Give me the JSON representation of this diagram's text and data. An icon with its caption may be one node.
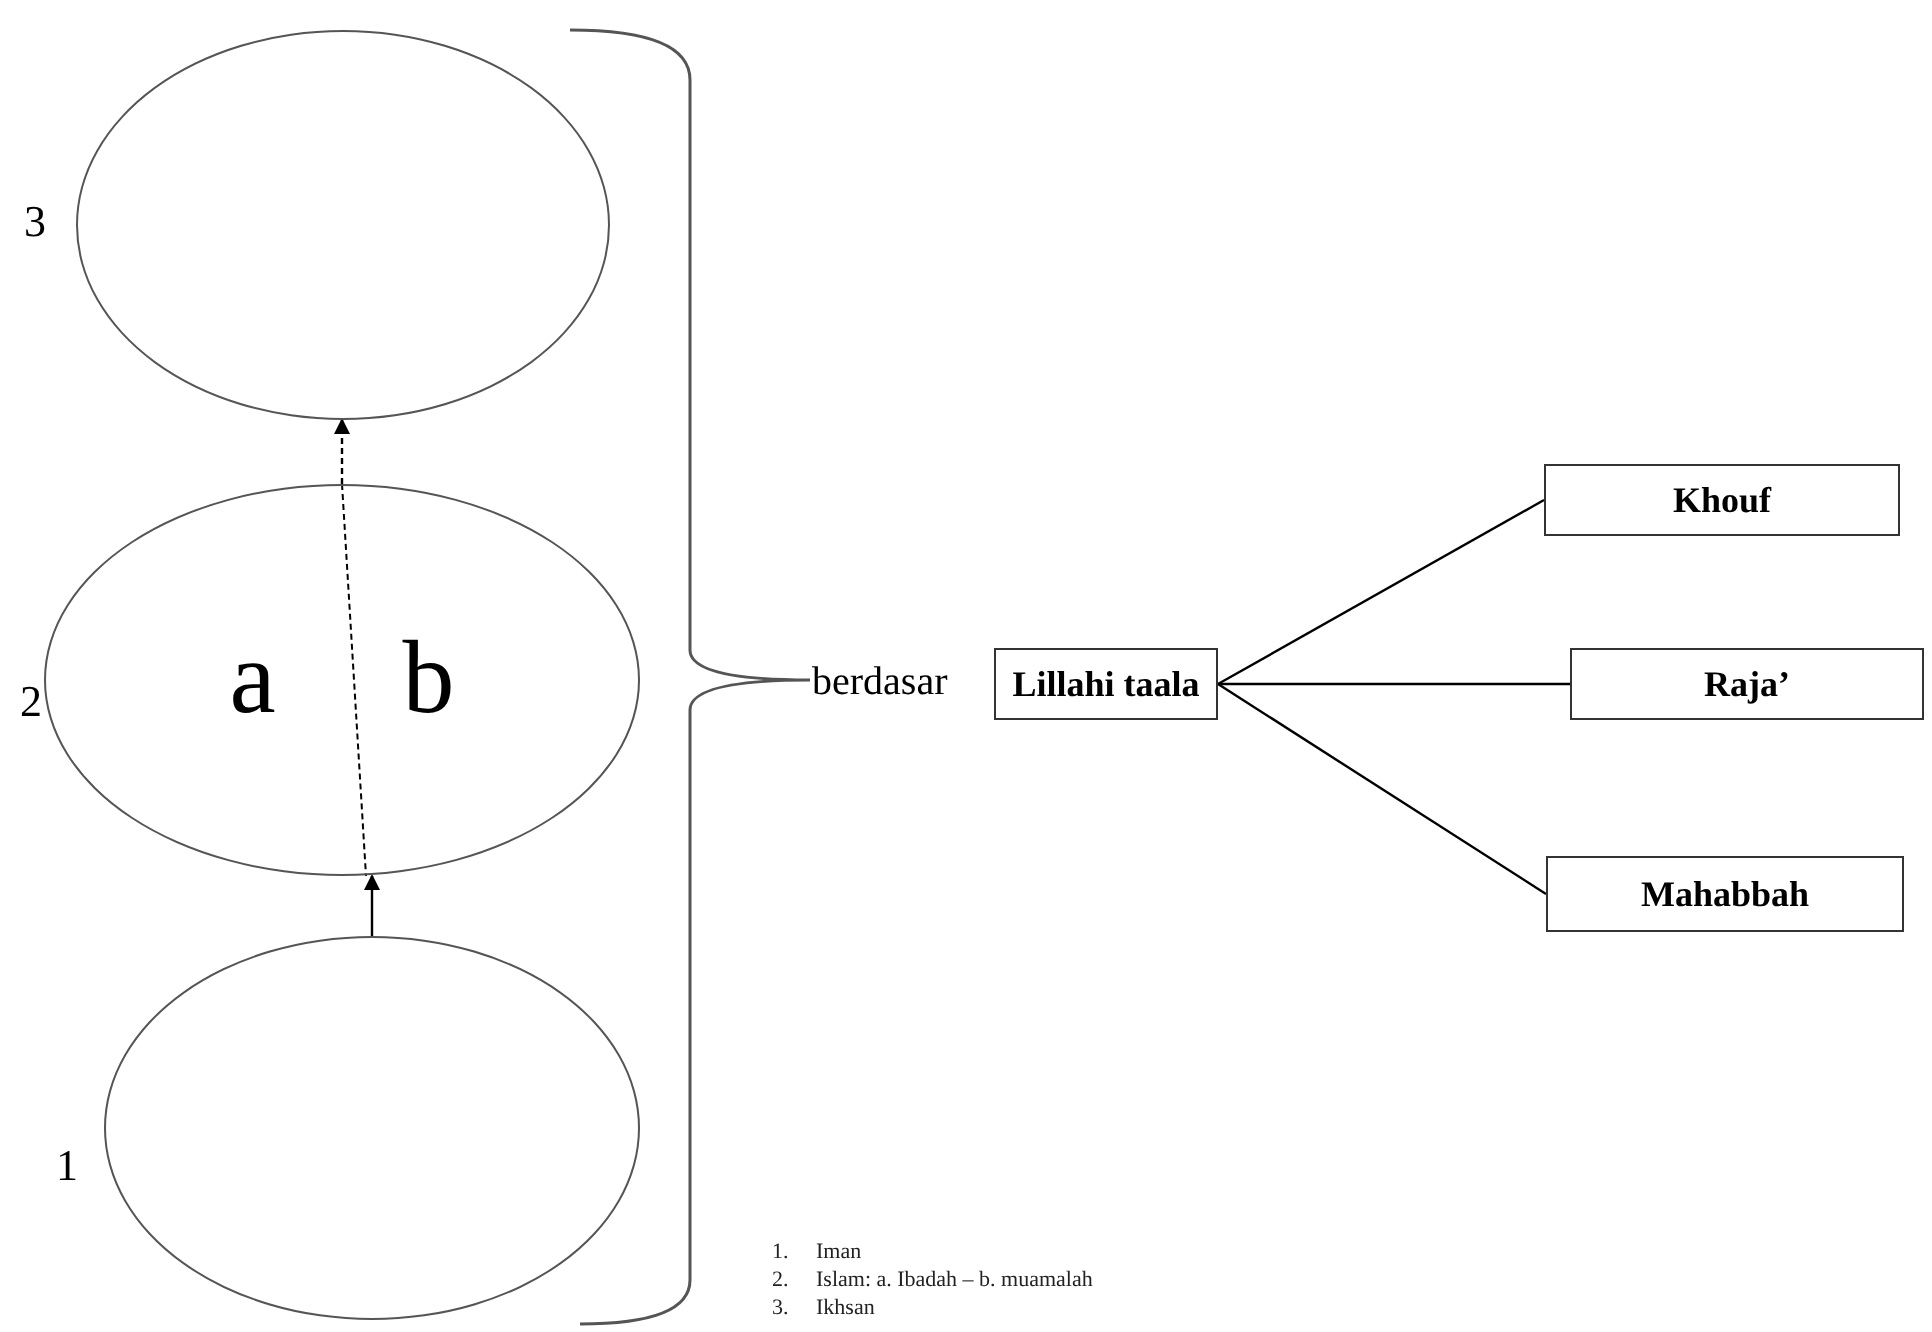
{
  "diagram": {
    "nodes": [
      {
        "text": [],
        "shape": "circle",
        "beside": [
          "3"
        ]
      },
      {
        "text": [
          "a",
          "b"
        ],
        "beside": [
          "2"
        ]
      },
      {
        "text": [],
        "shape": "circle",
        "beside": [
          "1"
        ]
      },
      {
        "text": [
          "berdasar"
        ]
      },
      {
        "text": [
          "Lillahi taala"
        ]
      },
      {
        "text": [
          "Khouf"
        ]
      },
      {
        "text": [
          "Raja’"
        ]
      },
      {
        "text": [
          "Mahabbah"
        ]
      }
    ],
    "edges": [
      {
        "from": 2,
        "to": 1,
        "arrow": "to"
      },
      {
        "from": 1,
        "to": 0,
        "arrow": "to",
        "style": "dashed"
      },
      {
        "from": 4,
        "to": 5,
        "arrow": "none"
      },
      {
        "from": 4,
        "to": 6,
        "arrow": "none"
      },
      {
        "from": 4,
        "to": 7,
        "arrow": "none"
      }
    ],
    "labels": [
      "1.",
      "Iman",
      "2.",
      "Islam: a. Ibadah – b. muamalah",
      "3.",
      "Ikhsan"
    ]
  }
}
